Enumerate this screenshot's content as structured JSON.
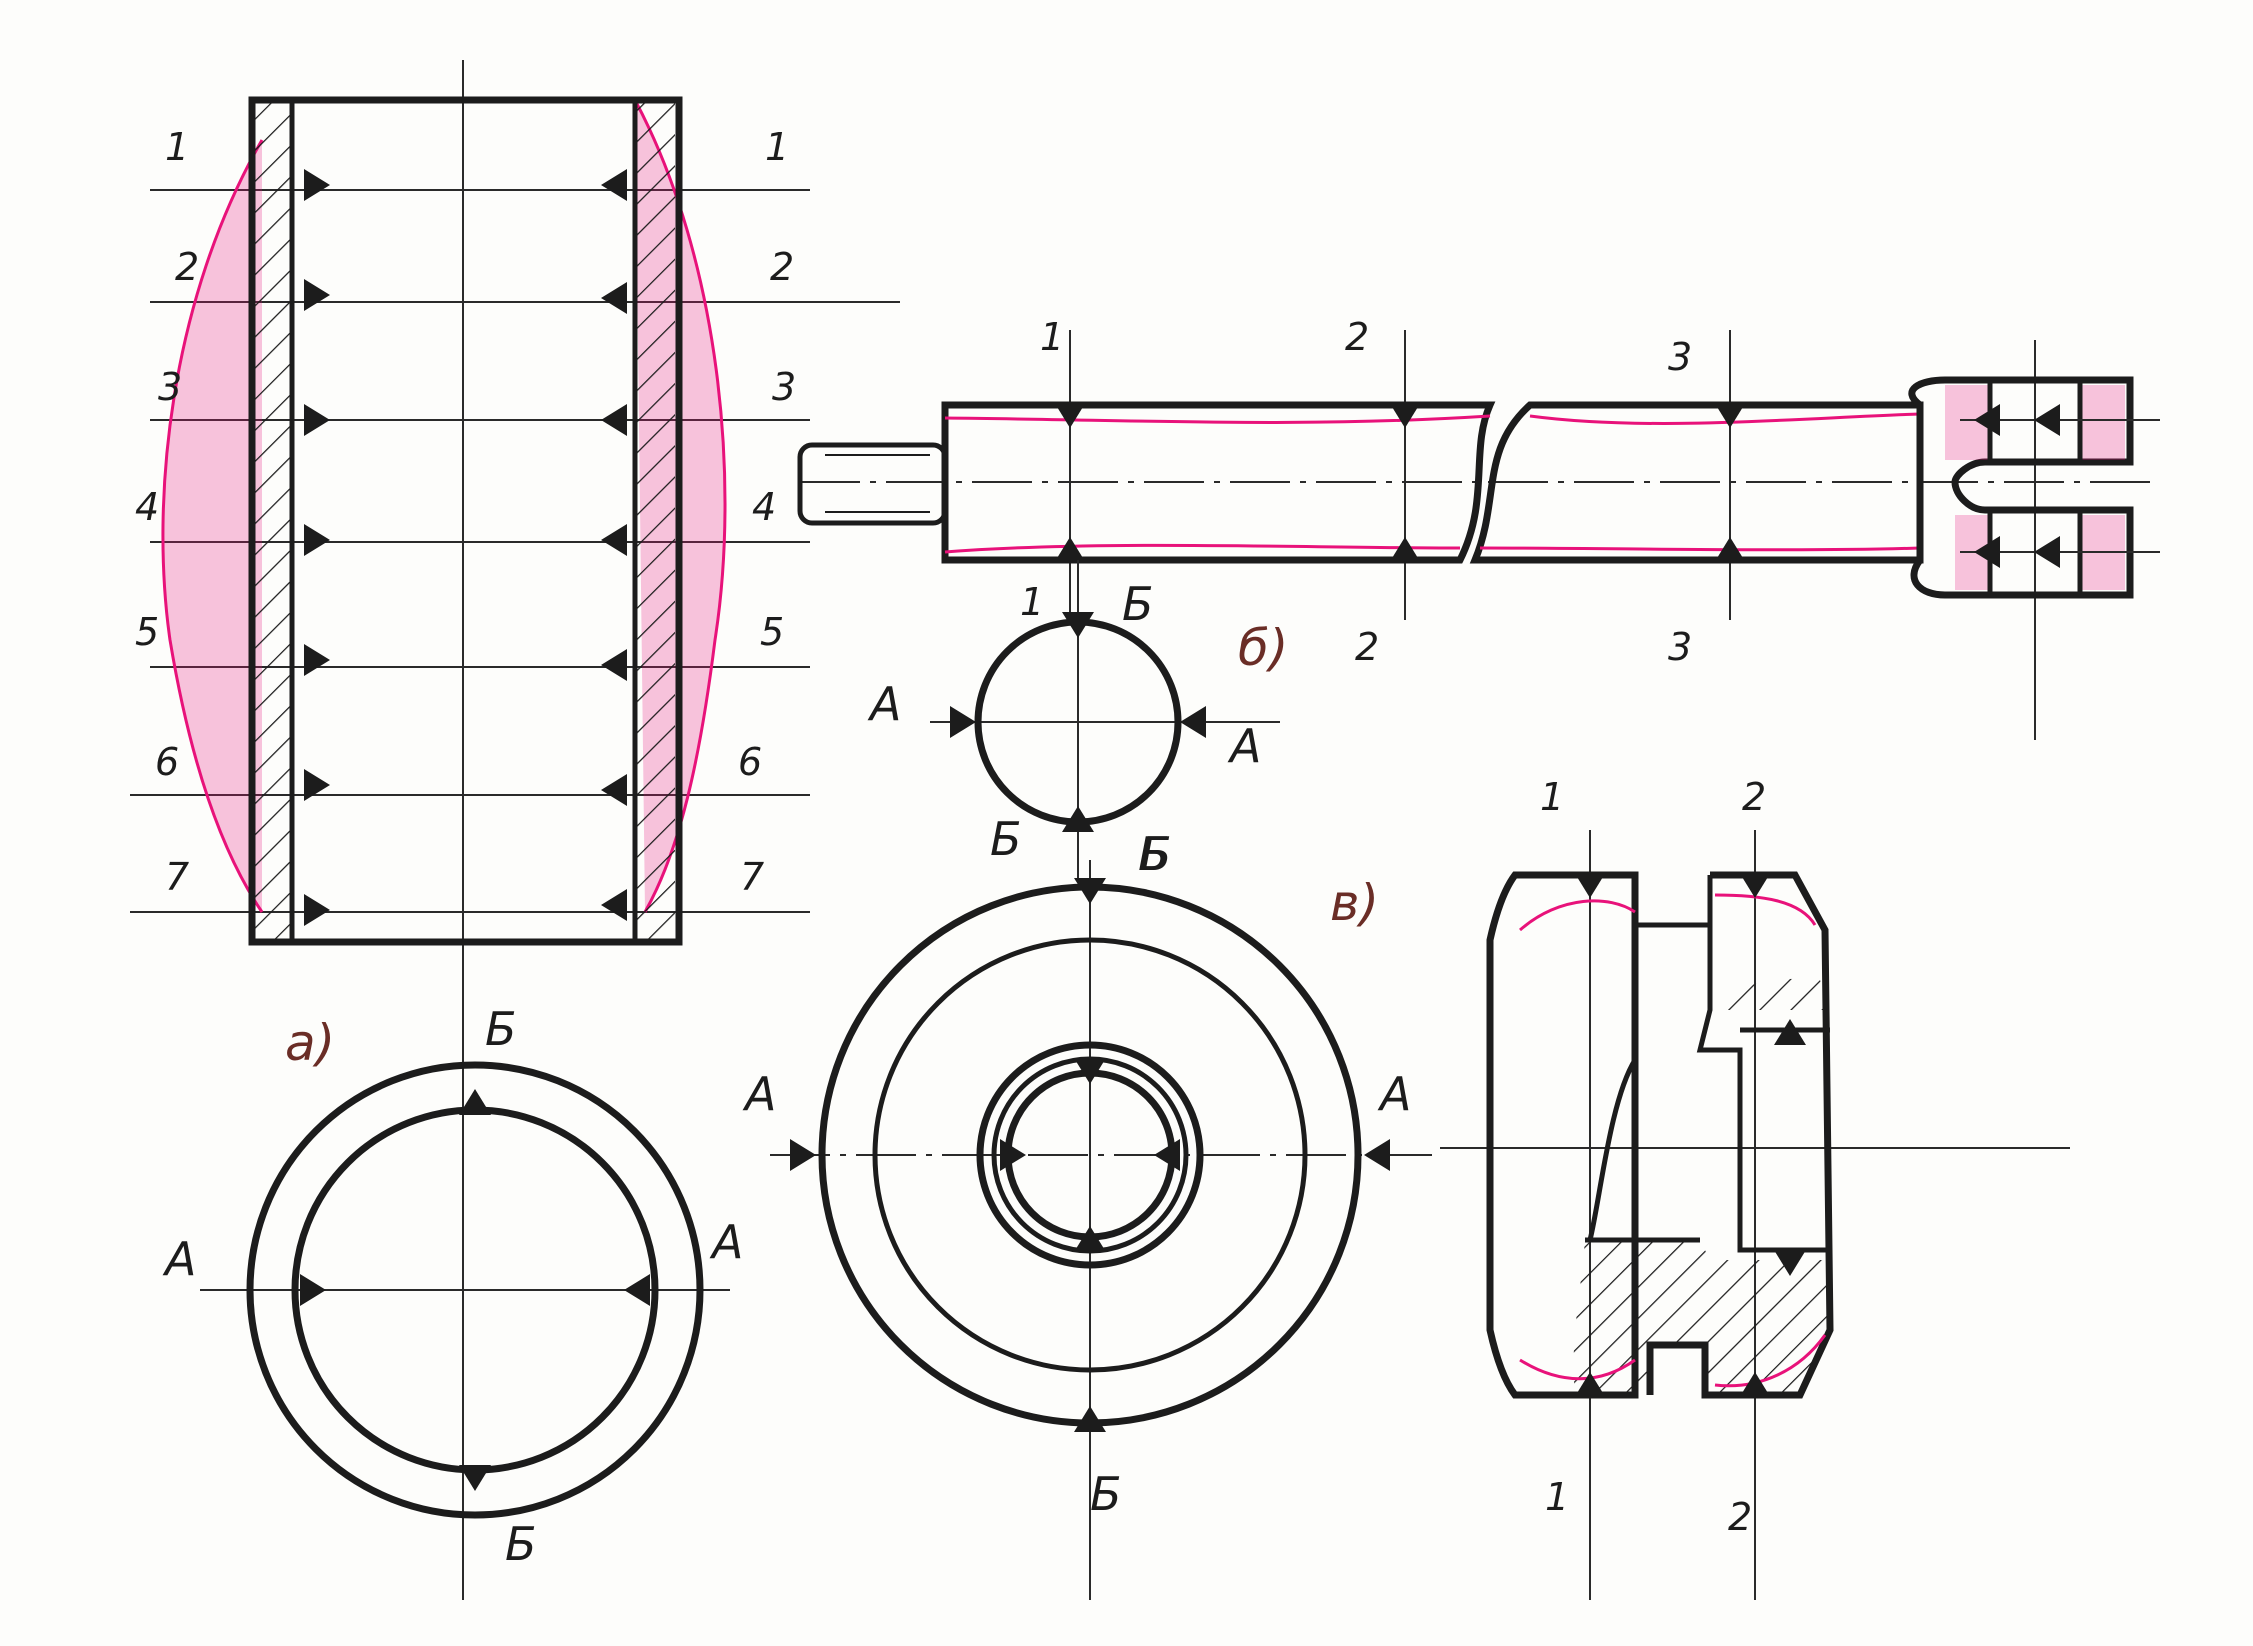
{
  "figure_a": {
    "caption": "а)",
    "sections_left": [
      "1",
      "2",
      "3",
      "4",
      "5",
      "6",
      "7"
    ],
    "sections_right": [
      "1",
      "2",
      "3",
      "4",
      "5",
      "6",
      "7"
    ],
    "top_label": "Б",
    "bottom_label": "Б",
    "left_label": "А",
    "right_label": "А"
  },
  "figure_b": {
    "caption": "б)",
    "section_top": [
      "1",
      "2",
      "3"
    ],
    "section_bottom": [
      "1",
      "2",
      "3"
    ],
    "circle_top_label": "Б",
    "circle_bottom_label_left": "Б",
    "circle_bottom_label_right": "Б",
    "circle_left_label": "А",
    "circle_right_label": "А"
  },
  "figure_c": {
    "caption": "в)",
    "top_label": "Б",
    "bottom_label": "Б",
    "left_label": "А",
    "right_label": "А",
    "section_top": [
      "1",
      "2"
    ],
    "section_bottom": [
      "1",
      "2"
    ]
  },
  "colors": {
    "ink": "#1c1c1c",
    "deviation": "#e8127a",
    "caption": "#6a2d26"
  }
}
